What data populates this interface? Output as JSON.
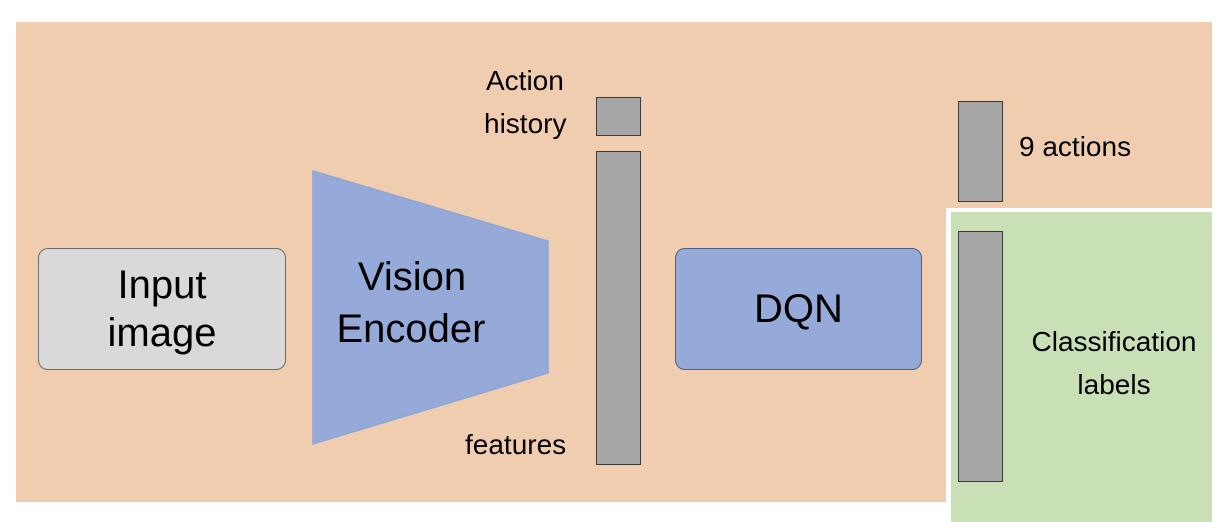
{
  "input": {
    "line1": "Input",
    "line2": "image"
  },
  "encoder": {
    "line1": "Vision",
    "line2": "Encoder"
  },
  "action_history": {
    "line1": "Action",
    "line2": "history"
  },
  "features": {
    "label": "features"
  },
  "dqn": {
    "label": "DQN"
  },
  "actions": {
    "label": "9 actions"
  },
  "classification": {
    "line1": "Classification",
    "line2": "labels"
  },
  "colors": {
    "background": "#f1cdb0",
    "classification_region": "#c9dfb6",
    "input_box": "#d9d9d9",
    "encoder": "#95aad8",
    "dqn_box": "#95aad8",
    "bars": "#a6a6a6"
  }
}
